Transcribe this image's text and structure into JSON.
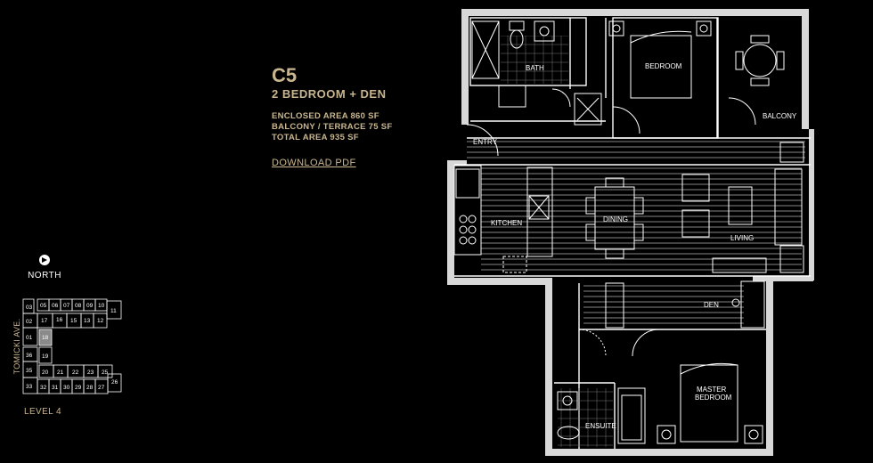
{
  "unit": {
    "name": "C5",
    "type": "2 BEDROOM + DEN",
    "areas": [
      "ENCLOSED AREA 860 SF",
      "BALCONY / TERRACE 75 SF",
      "TOTAL AREA 935 SF"
    ],
    "download_label": "DOWNLOAD PDF"
  },
  "compass": {
    "label": "NORTH",
    "icon": "compass-arrow-icon"
  },
  "keyplan": {
    "street": "TOMICKI AVE.",
    "level": "LEVEL 4",
    "highlighted_unit": "18",
    "units_top": [
      "03",
      "05",
      "06",
      "07",
      "08",
      "09",
      "10",
      "11"
    ],
    "units_row2": [
      "02",
      "17",
      "16",
      "15",
      "13",
      "12"
    ],
    "units_left": [
      "01",
      "18",
      "36",
      "19",
      "35"
    ],
    "units_mid": [
      "20",
      "21",
      "22",
      "23",
      "25"
    ],
    "units_bottom": [
      "33",
      "32",
      "31",
      "30",
      "29",
      "28",
      "27",
      "26"
    ]
  },
  "rooms": {
    "bath": "BATH",
    "bedroom": "BEDROOM",
    "balcony": "BALCONY",
    "entry": "ENTRY",
    "kitchen": "KITCHEN",
    "dining": "DINING",
    "living": "LIVING",
    "den": "DEN",
    "master_1": "MASTER",
    "master_2": "BEDROOM",
    "ensuite": "ENSUITE"
  },
  "colors": {
    "accent": "#c9b68f",
    "background": "#000000",
    "wall": "#d8d8d8"
  }
}
